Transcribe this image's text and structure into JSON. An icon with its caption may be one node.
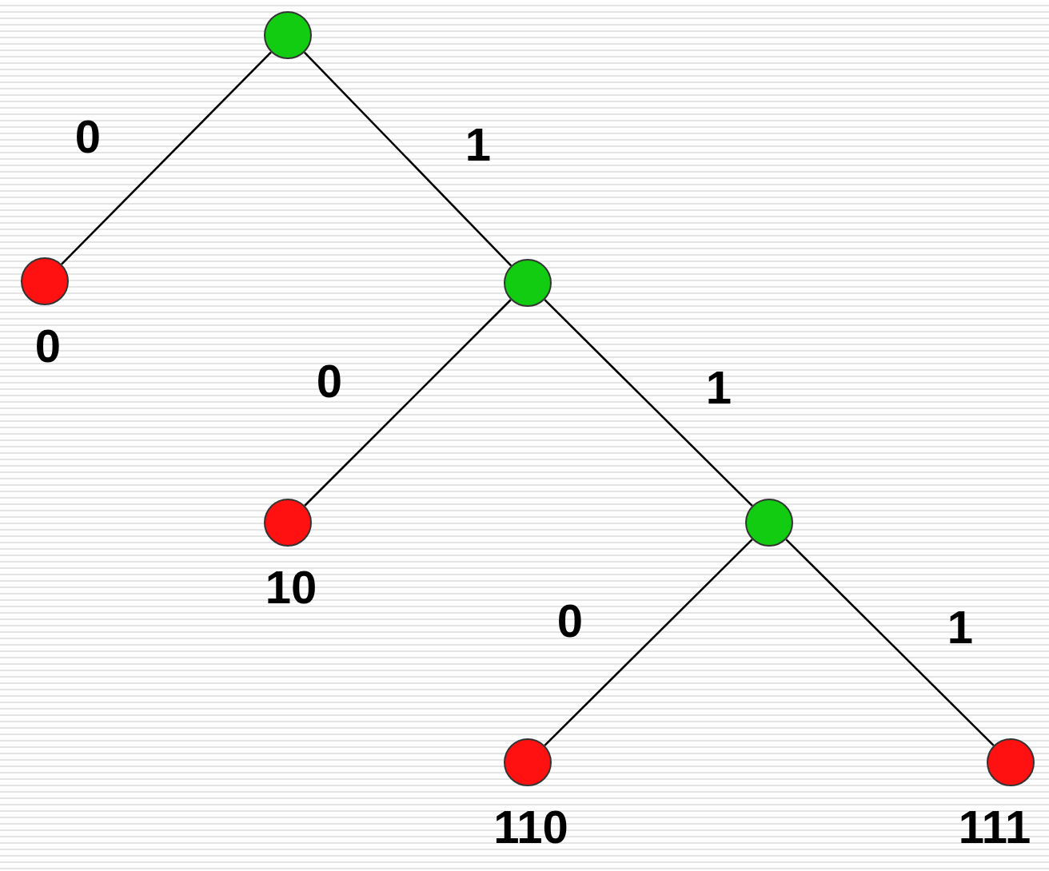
{
  "diagram": {
    "nodes": [
      {
        "text": [],
        "shape": "circle"
      },
      {
        "text": [],
        "shape": "circle",
        "beside": [
          "0"
        ]
      },
      {
        "text": [],
        "shape": "circle"
      },
      {
        "text": [],
        "shape": "circle",
        "beside": [
          "10"
        ]
      },
      {
        "text": [],
        "shape": "circle"
      },
      {
        "text": [],
        "shape": "circle",
        "beside": [
          "110"
        ]
      },
      {
        "text": [],
        "shape": "circle",
        "beside": [
          "111"
        ]
      }
    ],
    "edges": [
      {
        "from": 0,
        "to": 1,
        "arrow": "none",
        "label": "0"
      },
      {
        "from": 0,
        "to": 2,
        "arrow": "none",
        "label": "1"
      },
      {
        "from": 2,
        "to": 3,
        "arrow": "none",
        "label": "0"
      },
      {
        "from": 2,
        "to": 4,
        "arrow": "none",
        "label": "1"
      },
      {
        "from": 4,
        "to": 5,
        "arrow": "none",
        "label": "0"
      },
      {
        "from": 4,
        "to": 6,
        "arrow": "none",
        "label": "1"
      }
    ]
  }
}
